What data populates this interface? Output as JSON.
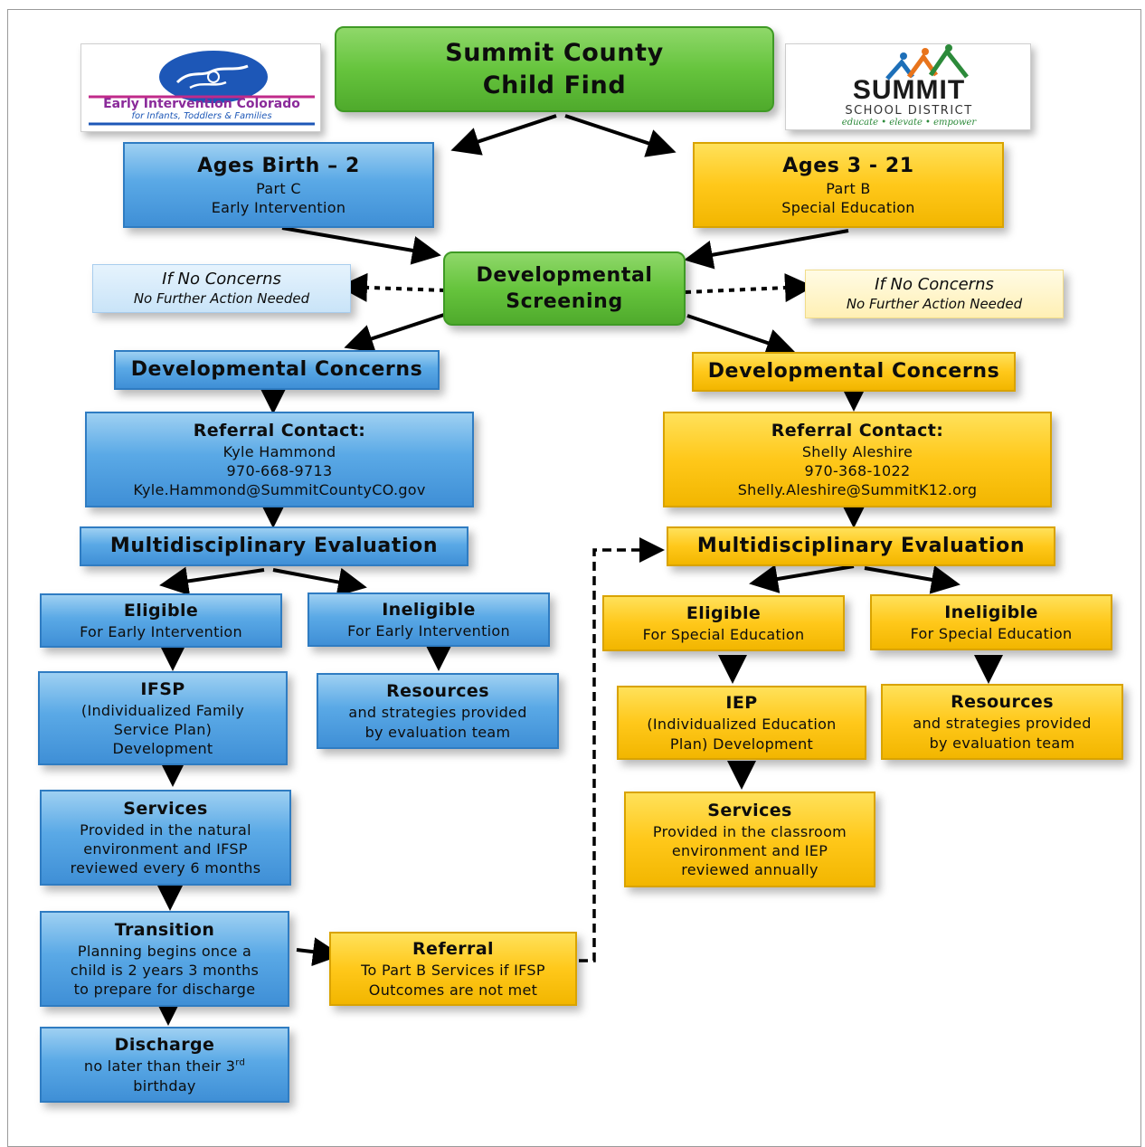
{
  "title": {
    "line1": "Summit County",
    "line2": "Child Find"
  },
  "logo_left": {
    "name": "Early Intervention Colorado",
    "tagline": "for Infants, Toddlers & Families"
  },
  "logo_right": {
    "name": "SUMMIT",
    "sub": "SCHOOL DISTRICT",
    "tagline": "educate • elevate • empower"
  },
  "screening": {
    "line1": "Developmental",
    "line2": "Screening"
  },
  "left": {
    "ages": {
      "title": "Ages Birth – 2",
      "line1": "Part C",
      "line2": "Early Intervention"
    },
    "no_concerns": {
      "title": "If No Concerns",
      "sub": "No Further Action Needed"
    },
    "concerns": "Developmental Concerns",
    "referral": {
      "title": "Referral Contact:",
      "name": "Kyle Hammond",
      "phone": "970-668-9713",
      "email": "Kyle.Hammond@SummitCountyCO.gov"
    },
    "evaluation": "Multidisciplinary Evaluation",
    "eligible": {
      "title": "Eligible",
      "sub": "For Early Intervention"
    },
    "ineligible": {
      "title": "Ineligible",
      "sub": "For Early Intervention"
    },
    "plan": {
      "title": "IFSP",
      "line1": "(Individualized Family",
      "line2": "Service Plan)",
      "line3": "Development"
    },
    "resources": {
      "title": "Resources",
      "line1": "and strategies provided",
      "line2": "by evaluation team"
    },
    "services": {
      "title": "Services",
      "line1": "Provided in the natural",
      "line2": "environment and IFSP",
      "line3": "reviewed every 6 months"
    },
    "transition": {
      "title": "Transition",
      "line1": "Planning begins once a",
      "line2": "child is 2 years 3 months",
      "line3": "to prepare for discharge"
    },
    "discharge": {
      "title": "Discharge",
      "line1_pre": "no later than their 3",
      "line1_sup": "rd",
      "line2": "birthday"
    }
  },
  "referral_partb": {
    "title": "Referral",
    "line1": "To Part B Services if IFSP",
    "line2": "Outcomes are not met"
  },
  "right": {
    "ages": {
      "title": "Ages 3 - 21",
      "line1": "Part B",
      "line2": "Special Education"
    },
    "no_concerns": {
      "title": "If No Concerns",
      "sub": "No Further Action Needed"
    },
    "concerns": "Developmental Concerns",
    "referral": {
      "title": "Referral Contact:",
      "name": "Shelly Aleshire",
      "phone": "970-368-1022",
      "email": "Shelly.Aleshire@SummitK12.org"
    },
    "evaluation": "Multidisciplinary Evaluation",
    "eligible": {
      "title": "Eligible",
      "sub": "For Special Education"
    },
    "ineligible": {
      "title": "Ineligible",
      "sub": "For Special Education"
    },
    "plan": {
      "title": "IEP",
      "line1": "(Individualized Education",
      "line2": "Plan) Development"
    },
    "resources": {
      "title": "Resources",
      "line1": "and strategies provided",
      "line2": "by evaluation team"
    },
    "services": {
      "title": "Services",
      "line1": "Provided in the classroom",
      "line2": "environment and IEP",
      "line3": "reviewed annually"
    }
  },
  "colors": {
    "blue": "#4a9ee0",
    "yellow": "#ffc81a",
    "green": "#66c43d",
    "arrow": "#000000"
  }
}
